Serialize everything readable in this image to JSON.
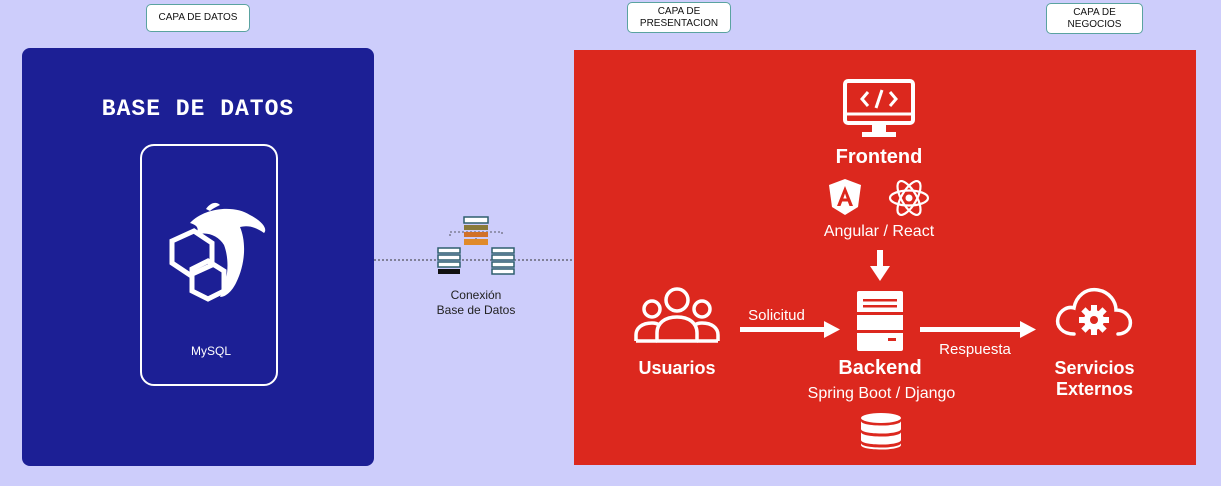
{
  "layer_tags": {
    "datos": "CAPA DE DATOS",
    "presentacion": "CAPA DE\nPRESENTACION",
    "negocios": "CAPA DE\nNEGOCIOS"
  },
  "database_panel": {
    "title": "BASE DE DATOS",
    "engine_label": "MySQL",
    "icon": "mysql-dolphin-icon"
  },
  "connection": {
    "label": "Conexión\nBase de Datos",
    "icon": "database-connection-icon"
  },
  "presentation_panel": {
    "frontend": {
      "title": "Frontend",
      "frameworks": "Angular / React",
      "icons": [
        "monitor-code-icon",
        "angular-icon",
        "react-icon"
      ]
    },
    "users_label": "Usuarios",
    "request_label": "Solicitud",
    "backend": {
      "title": "Backend",
      "frameworks": "Spring Boot / Django",
      "icons": [
        "server-icon",
        "database-icon"
      ]
    },
    "response_label": "Respuesta",
    "external_services": "Servicios\nExternos"
  },
  "colors": {
    "background": "#cdcdfb",
    "database_panel": "#1c1f95",
    "presentation_panel": "#dc281e",
    "tag_border": "#5aa3a0"
  }
}
